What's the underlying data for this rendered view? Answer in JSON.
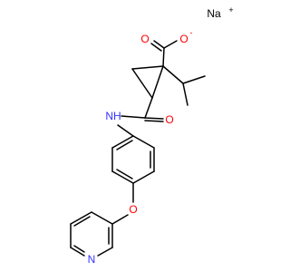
{
  "molecule": {
    "counterion": {
      "symbol": "Na",
      "charge": "+"
    },
    "carboxylate": {
      "o_double": "O",
      "o_single": "O",
      "charge": "-"
    },
    "amide": {
      "nh": "NH",
      "o": "O"
    },
    "ether": {
      "o": "O"
    },
    "pyridine": {
      "n": "N"
    }
  },
  "colors": {
    "oxygen": "#ff0000",
    "nitrogen": "#3333ff",
    "carbon": "#000000",
    "background": "#ffffff"
  }
}
